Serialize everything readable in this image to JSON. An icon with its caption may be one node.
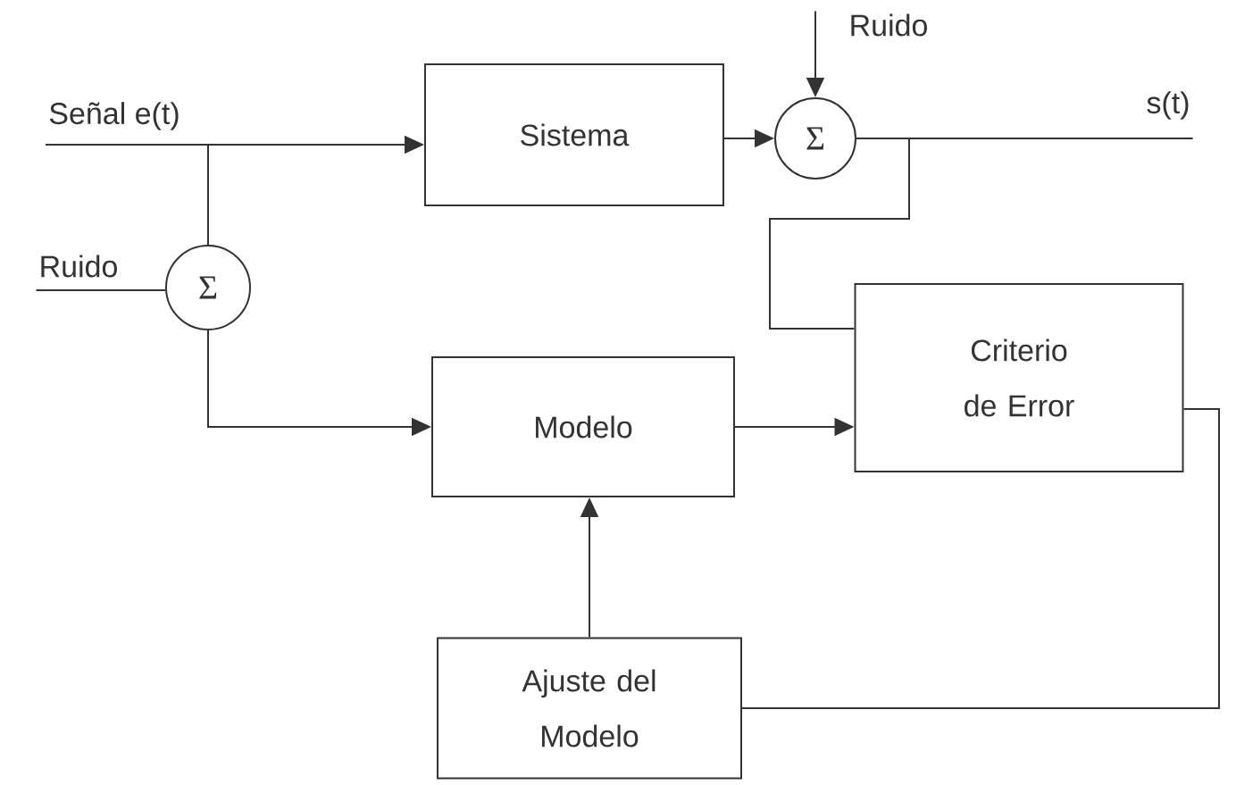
{
  "diagram": {
    "nodes": [
      {
        "text": [
          "Señal e(t)"
        ]
      },
      {
        "text": [
          "Sistema"
        ]
      },
      {
        "text": [
          "Σ"
        ]
      },
      {
        "text": [
          "Ruido"
        ]
      },
      {
        "text": [
          "s(t)"
        ]
      },
      {
        "text": [
          "Ruido"
        ]
      },
      {
        "text": [
          "Σ"
        ]
      },
      {
        "text": [
          "Modelo"
        ]
      },
      {
        "text": [
          "Criterio de Error"
        ]
      },
      {
        "text": [
          "Ajuste del Modelo"
        ]
      }
    ],
    "edges": [
      {
        "from": 0,
        "to": 1,
        "arrow": "to"
      },
      {
        "from": 0,
        "to": 6,
        "arrow": "none"
      },
      {
        "from": 5,
        "to": 6,
        "arrow": "none"
      },
      {
        "from": 6,
        "to": 7,
        "arrow": "to"
      },
      {
        "from": 1,
        "to": 2,
        "arrow": "to"
      },
      {
        "from": 3,
        "to": 2,
        "arrow": "to"
      },
      {
        "from": 2,
        "to": 4,
        "arrow": "none"
      },
      {
        "from": 2,
        "to": 8,
        "arrow": "none"
      },
      {
        "from": 7,
        "to": 8,
        "arrow": "to"
      },
      {
        "from": 8,
        "to": 9,
        "arrow": "none"
      },
      {
        "from": 9,
        "to": 7,
        "arrow": "to"
      }
    ]
  }
}
